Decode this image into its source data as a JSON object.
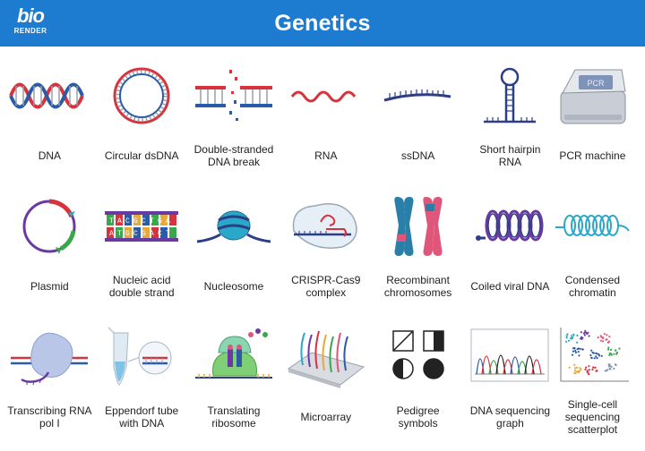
{
  "header": {
    "title": "Genetics",
    "logo_mark": "bio",
    "logo_sub": "RENDER",
    "background": "#1d7bd0"
  },
  "palette": {
    "red": "#d8323c",
    "blue": "#2a5aa8",
    "navy": "#2b3e86",
    "teal": "#2aa7c9",
    "purple": "#6a3aa2",
    "green": "#3aa84a",
    "pink": "#e0557a",
    "gray": "#9aa0a8"
  },
  "items": [
    {
      "label": "DNA",
      "icon": "dna-icon"
    },
    {
      "label": "Circular dsDNA",
      "icon": "circular-dsdna-icon"
    },
    {
      "label": "Double-stranded DNA break",
      "icon": "dna-break-icon"
    },
    {
      "label": "RNA",
      "icon": "rna-icon"
    },
    {
      "label": "ssDNA",
      "icon": "ssdna-icon"
    },
    {
      "label": "Short hairpin RNA",
      "icon": "shrna-icon"
    },
    {
      "label": "PCR machine",
      "icon": "pcr-machine-icon",
      "icon_text": "PCR"
    },
    {
      "label": "Plasmid",
      "icon": "plasmid-icon"
    },
    {
      "label": "Nucleic acid double strand",
      "icon": "nucleic-acid-icon",
      "icon_text": "TACGCTGA",
      "icon_text_b": "ATGCGACT"
    },
    {
      "label": "Nucleosome",
      "icon": "nucleosome-icon"
    },
    {
      "label": "CRISPR-Cas9 complex",
      "icon": "crispr-icon"
    },
    {
      "label": "Recombinant chromosomes",
      "icon": "chromosomes-icon"
    },
    {
      "label": "Coiled viral DNA",
      "icon": "coiled-dna-icon"
    },
    {
      "label": "Condensed chromatin",
      "icon": "chromatin-icon"
    },
    {
      "label": "Transcribing RNA pol I",
      "icon": "rna-pol-icon"
    },
    {
      "label": "Eppendorf tube with DNA",
      "icon": "eppendorf-icon"
    },
    {
      "label": "Translating ribosome",
      "icon": "ribosome-icon"
    },
    {
      "label": "Microarray",
      "icon": "microarray-icon"
    },
    {
      "label": "Pedigree symbols",
      "icon": "pedigree-icon"
    },
    {
      "label": "DNA sequencing graph",
      "icon": "sequencing-graph-icon"
    },
    {
      "label": "Single-cell sequencing scatterplot",
      "icon": "scatterplot-icon"
    }
  ]
}
